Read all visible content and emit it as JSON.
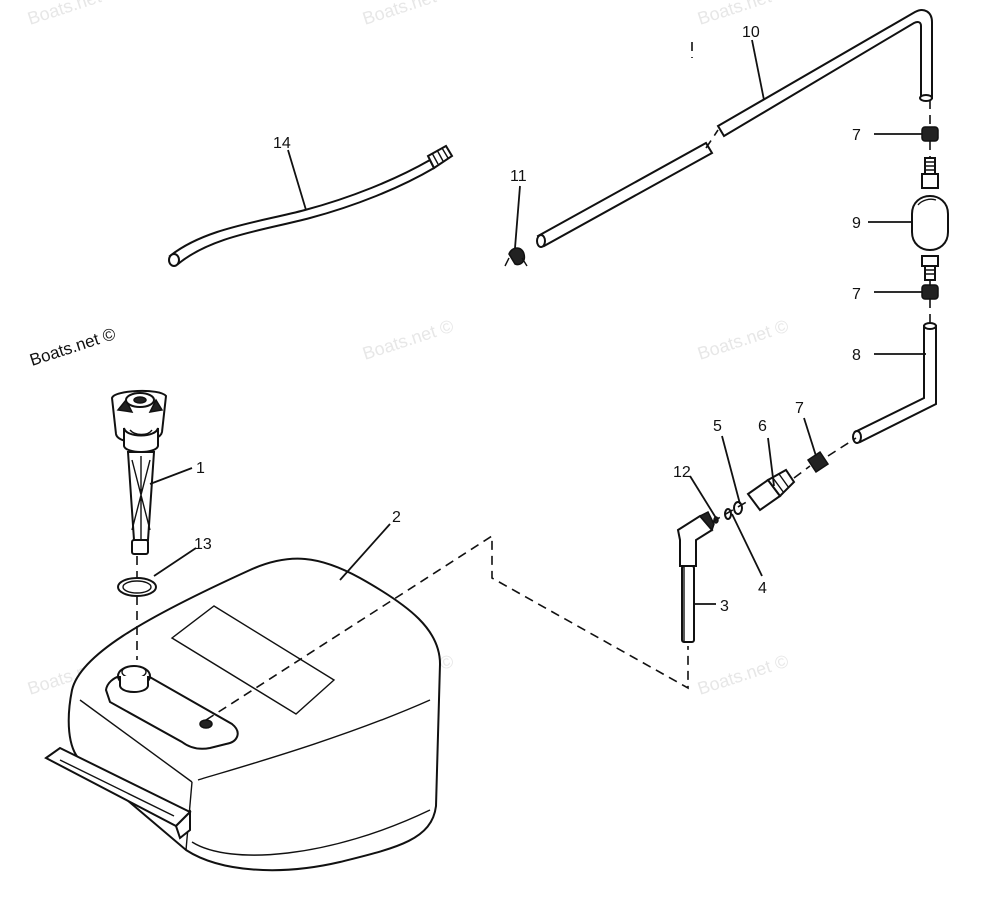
{
  "watermarks": {
    "main": "Boats.net ©",
    "faint": "Boats.net ©"
  },
  "callouts": {
    "c1": "1",
    "c2": "2",
    "c3": "3",
    "c4": "4",
    "c5": "5",
    "c6": "6",
    "c7a": "7",
    "c7b": "7",
    "c7c": "7",
    "c8": "8",
    "c9": "9",
    "c10": "10",
    "c11": "11",
    "c12": "12",
    "c13": "13",
    "c14": "14"
  },
  "colors": {
    "line": "#111111",
    "background": "#ffffff",
    "watermark": "#e7e7e7"
  }
}
